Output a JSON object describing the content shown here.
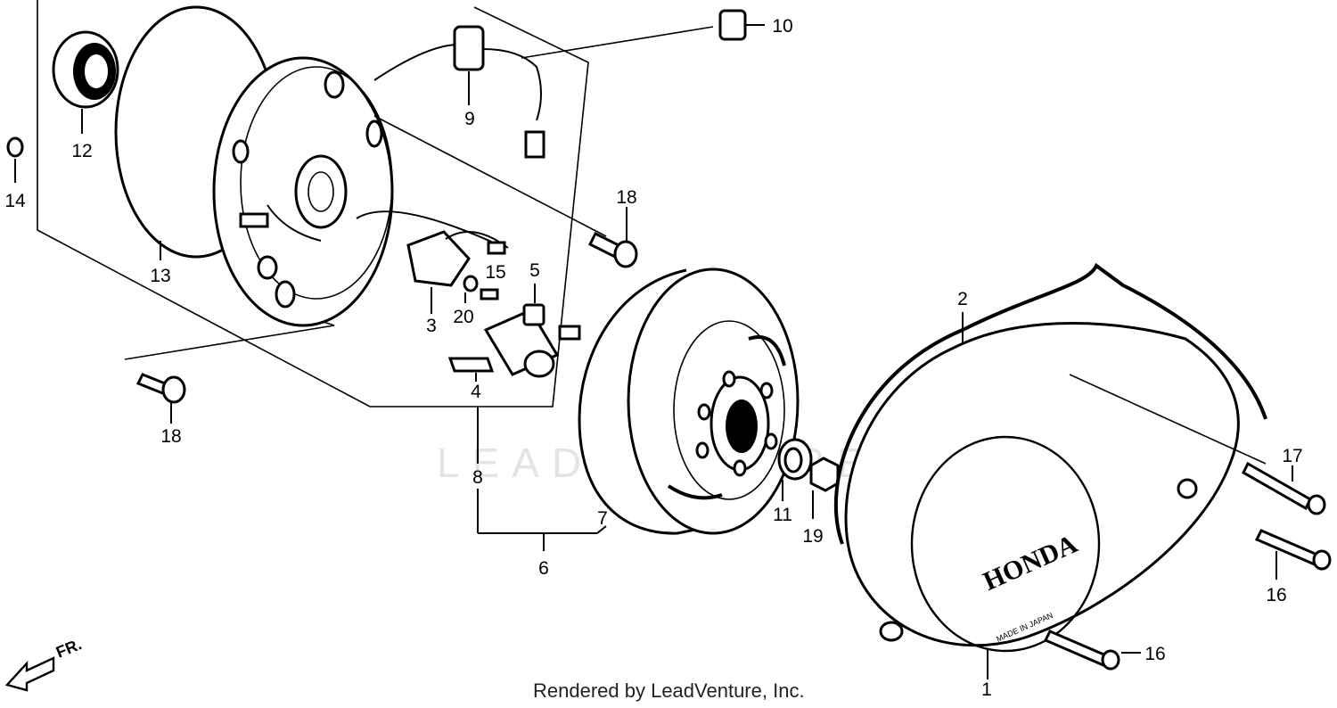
{
  "diagram": {
    "watermark": "LEADVENTURE",
    "credit": "Rendered by LeadVenture, Inc.",
    "cover_logo": "HONDA",
    "cover_made_in": "MADE IN JAPAN",
    "front_indicator": "FR.",
    "callouts": {
      "p1": "1",
      "p2": "2",
      "p3": "3",
      "p4": "4",
      "p5": "5",
      "p6": "6",
      "p7": "7",
      "p8": "8",
      "p9": "9",
      "p10": "10",
      "p11": "11",
      "p12": "12",
      "p13": "13",
      "p14": "14",
      "p15": "15",
      "p16a": "16",
      "p16b": "16",
      "p17": "17",
      "p18a": "18",
      "p18b": "18",
      "p19": "19",
      "p20": "20"
    }
  }
}
